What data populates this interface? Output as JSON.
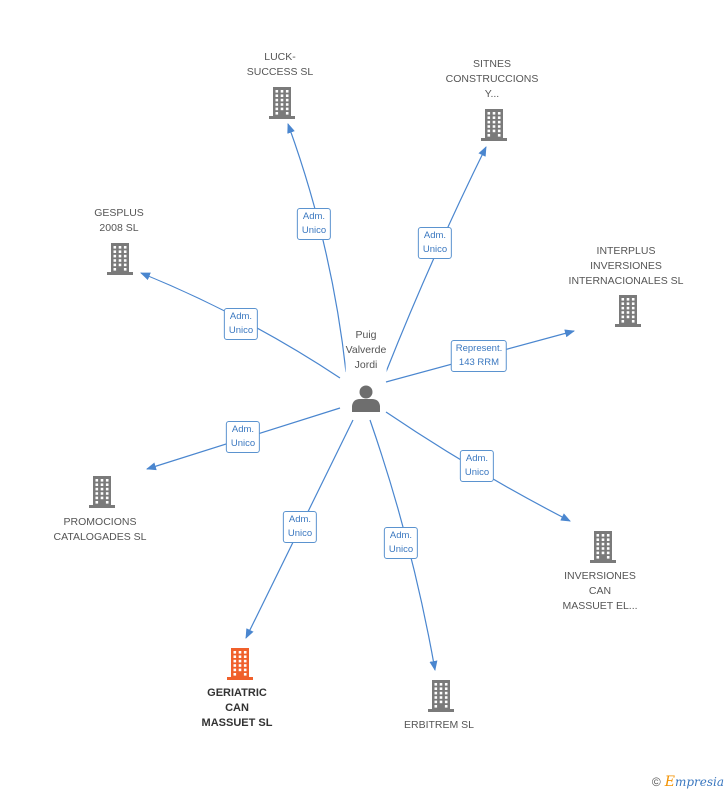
{
  "center": {
    "name_lines": [
      "Puig",
      "Valverde",
      "Jordi"
    ]
  },
  "companies": [
    {
      "id": "luck",
      "lines": [
        "LUCK-",
        "SUCCESS SL"
      ],
      "highlight": false
    },
    {
      "id": "sitnes",
      "lines": [
        "SITNES",
        "CONSTRUCCIONS",
        "Y..."
      ],
      "highlight": false
    },
    {
      "id": "gesplus",
      "lines": [
        "GESPLUS",
        "2008 SL"
      ],
      "highlight": false
    },
    {
      "id": "interplus",
      "lines": [
        "INTERPLUS",
        "INVERSIONES",
        "INTERNACIONALES SL"
      ],
      "highlight": false
    },
    {
      "id": "promocions",
      "lines": [
        "PROMOCIONS",
        "CATALOGADES SL"
      ],
      "highlight": false
    },
    {
      "id": "inversiones",
      "lines": [
        "INVERSIONES",
        "CAN",
        "MASSUET EL..."
      ],
      "highlight": false
    },
    {
      "id": "geriatric",
      "lines": [
        "GERIATRIC",
        "CAN",
        "MASSUET SL"
      ],
      "highlight": true
    },
    {
      "id": "erbitrem",
      "lines": [
        "ERBITREM SL"
      ],
      "highlight": false
    }
  ],
  "edges": [
    {
      "to": "luck",
      "lines": [
        "Adm.",
        "Unico"
      ]
    },
    {
      "to": "sitnes",
      "lines": [
        "Adm.",
        "Unico"
      ]
    },
    {
      "to": "gesplus",
      "lines": [
        "Adm.",
        "Unico"
      ]
    },
    {
      "to": "interplus",
      "lines": [
        "Represent.",
        "143 RRM"
      ]
    },
    {
      "to": "promocions",
      "lines": [
        "Adm.",
        "Unico"
      ]
    },
    {
      "to": "inversiones",
      "lines": [
        "Adm.",
        "Unico"
      ]
    },
    {
      "to": "geriatric",
      "lines": [
        "Adm.",
        "Unico"
      ]
    },
    {
      "to": "erbitrem",
      "lines": [
        "Adm.",
        "Unico"
      ]
    }
  ],
  "colors": {
    "edge": "#4a86cf",
    "building": "#7a7a7a",
    "building_highlight": "#f0602b",
    "person": "#6e6e6e"
  },
  "icons": {
    "company": "building-icon",
    "person": "person-icon"
  },
  "footer": {
    "copyright_symbol": "©",
    "brand": "Empresia"
  }
}
